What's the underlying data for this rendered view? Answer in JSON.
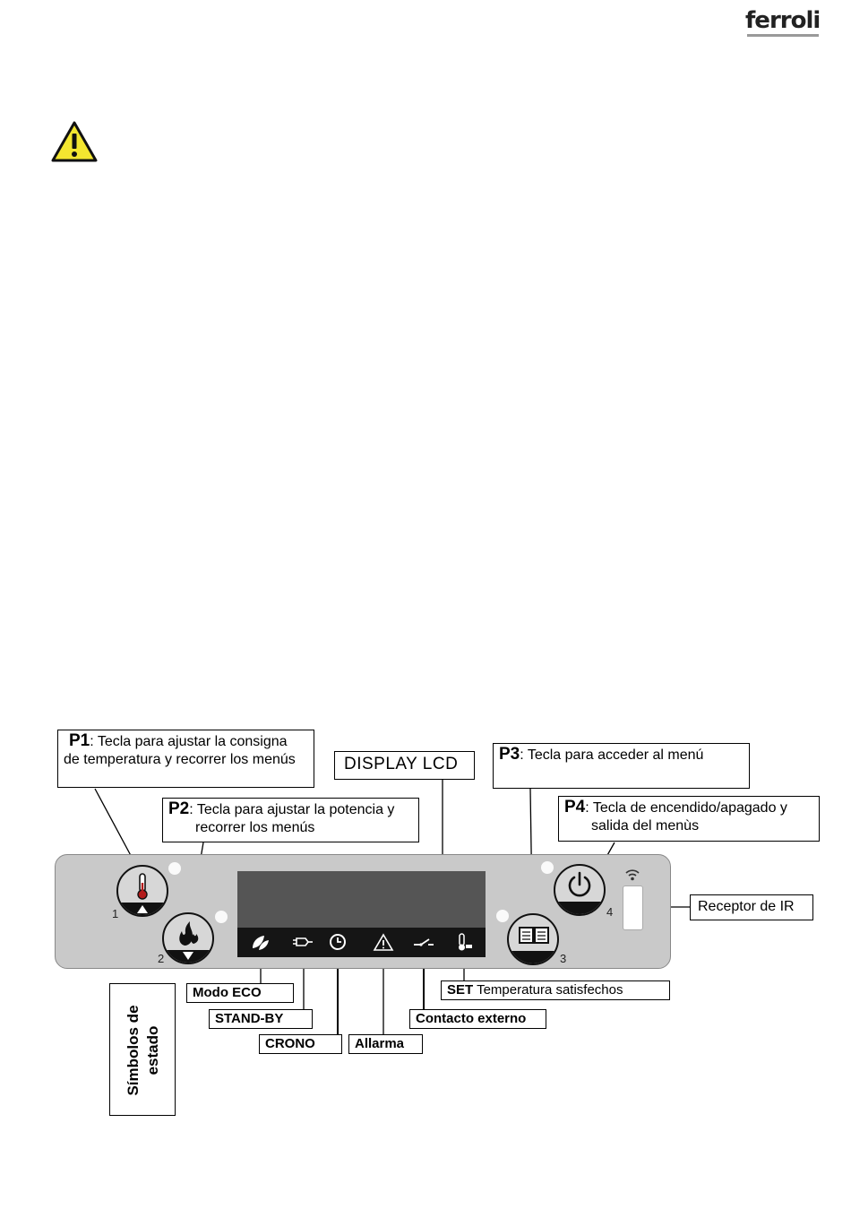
{
  "brand": {
    "logo_text": "ferroli"
  },
  "callouts": {
    "p1": {
      "key": "P1",
      "text1": ": Tecla para ajustar la consigna",
      "text2": "de temperatura y recorrer los menús"
    },
    "p2": {
      "key": "P2",
      "text1": ": Tecla para ajustar la potencia y",
      "text2": "recorrer los menús"
    },
    "lcd": {
      "text": "DISPLAY LCD"
    },
    "p3": {
      "key": "P3",
      "text1": ": Tecla para acceder al menú"
    },
    "p4": {
      "key": "P4",
      "text1": ": Tecla de encendido/apagado y",
      "text2": "salida del menùs"
    },
    "ir": {
      "text": "Receptor de IR"
    }
  },
  "panel": {
    "button_numbers": [
      "1",
      "2",
      "3",
      "4"
    ]
  },
  "symbols_title": "Símbolos de estado",
  "symbol_labels": {
    "eco": "Modo ECO",
    "standby": "STAND-BY",
    "crono": "CRONO",
    "alarm": "Allarma",
    "contact": "Contacto externo",
    "set_key": "SET",
    "set_text": " Temperatura satisfechos"
  },
  "icons": [
    "warning-icon",
    "thermometer-icon",
    "flame-icon",
    "book-icon",
    "power-icon",
    "wifi-icon",
    "eco-icon",
    "standby-plug-icon",
    "clock-icon",
    "alarm-triangle-icon",
    "contact-icon",
    "set-temp-icon"
  ]
}
